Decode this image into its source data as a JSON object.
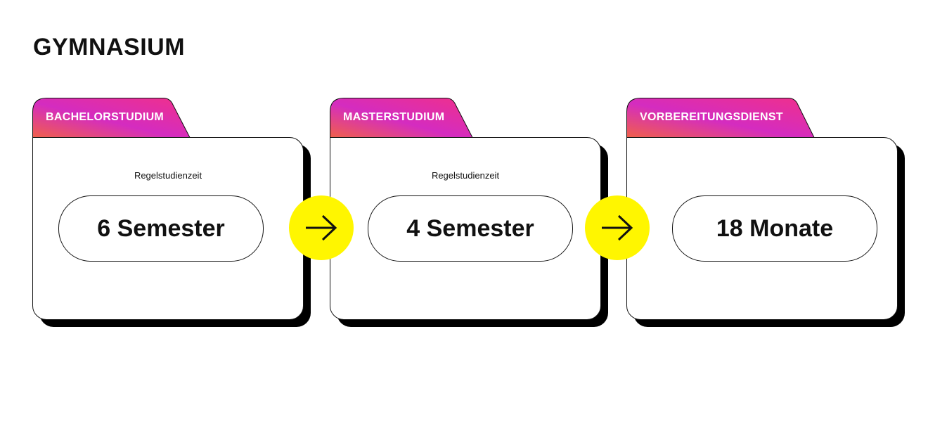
{
  "title": "GYMNASIUM",
  "colors": {
    "gradient_start": "#f0604a",
    "gradient_mid": "#d42cc0",
    "gradient_end": "#f0308a",
    "arrow_bg": "#fff600"
  },
  "stages": [
    {
      "label": "BACHELORSTUDIUM",
      "sublabel": "Regelstudienzeit",
      "value": "6 Semester"
    },
    {
      "label": "MASTERSTUDIUM",
      "sublabel": "Regelstudienzeit",
      "value": "4 Semester"
    },
    {
      "label": "VORBEREITUNGSDIENST",
      "value": "18 Monate"
    }
  ],
  "arrow_icon": "arrow-right-icon"
}
